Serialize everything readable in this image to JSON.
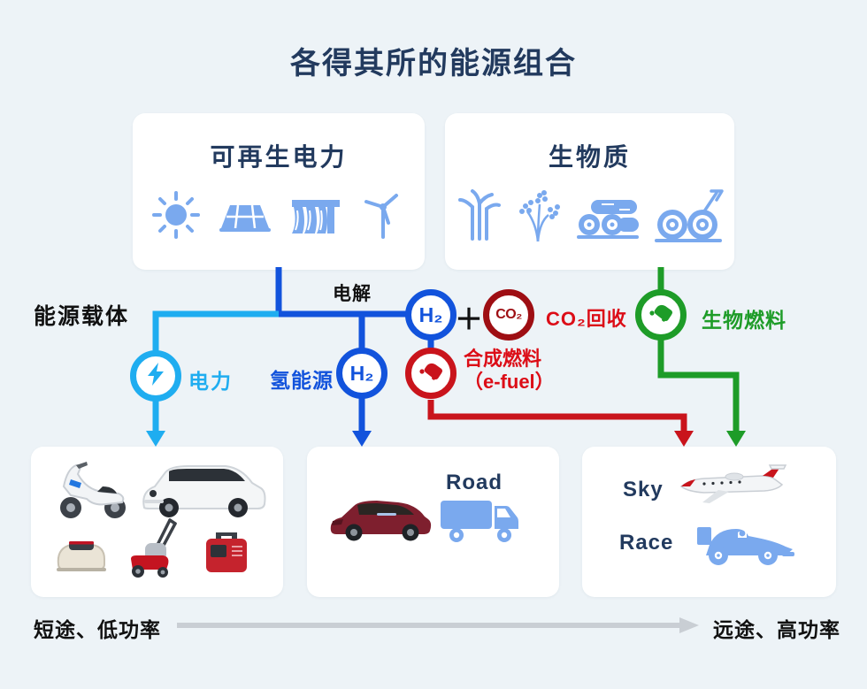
{
  "title": "各得其所的能源组合",
  "colors": {
    "bg": "#edf3f7",
    "navy": "#223a5e",
    "cyan": "#1fadf0",
    "blue": "#1253dc",
    "darkred": "#9e0e13",
    "red": "#c9141c",
    "red2": "#dc0d17",
    "green": "#1e9c28",
    "iconblue": "#7aa9ee",
    "gray_arrow": "#c9ced4"
  },
  "sources": {
    "renewable": {
      "label": "可再生电力",
      "icons": [
        "sun-icon",
        "solar-panel-icon",
        "hydro-dam-icon",
        "wind-turbine-icon"
      ]
    },
    "biomass": {
      "label": "生物质",
      "icons": [
        "sugarcane-icon",
        "rapeseed-flower-icon",
        "logs-icon",
        "straw-bales-icon"
      ]
    }
  },
  "carriers": {
    "section_label": "能源载体",
    "electrolysis_label": "电解",
    "h2_top": "H₂",
    "plus": "＋",
    "co2": "CO₂",
    "co2_recovery_label": "CO₂回收",
    "electricity": {
      "label": "电力",
      "icon": "lightning-bolt-icon"
    },
    "hydrogen": {
      "label": "氢能源",
      "symbol": "H₂"
    },
    "efuel": {
      "label_line1": "合成燃料",
      "label_line2": "（e-fuel）",
      "icon": "fuel-pump-icon"
    },
    "biofuel": {
      "label": "生物燃料",
      "icon": "fuel-pump-icon"
    }
  },
  "applications": {
    "short_range": {
      "icons": [
        "electric-scooter-photo",
        "electric-city-car-photo",
        "robotic-mower-photo",
        "lawn-mower-photo",
        "portable-power-station-photo"
      ]
    },
    "road": {
      "label": "Road",
      "icons": [
        "fcev-sedan-photo",
        "truck-icon"
      ]
    },
    "sky_race": {
      "sky_label": "Sky",
      "race_label": "Race",
      "icons": [
        "business-jet-photo",
        "formula-car-icon"
      ]
    }
  },
  "axis": {
    "left": "短途、低功率",
    "right": "远途、高功率"
  }
}
